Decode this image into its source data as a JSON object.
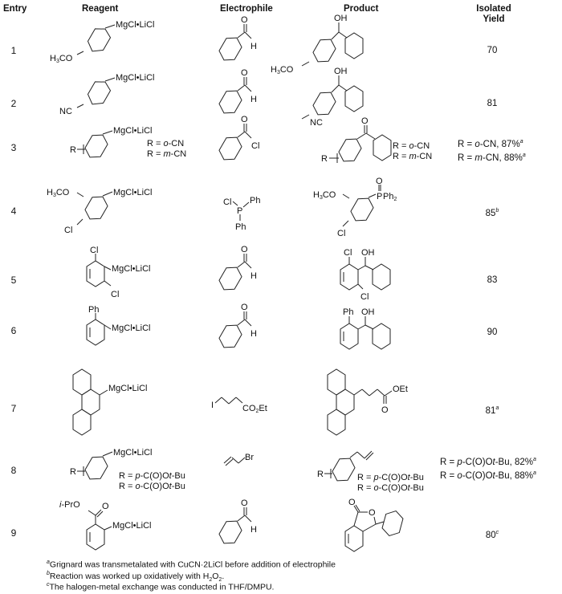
{
  "headers": {
    "entry": "Entry",
    "reagent": "Reagent",
    "electrophile": "Electrophile",
    "product": "Product",
    "yield_line1": "Isolated",
    "yield_line2": "Yield"
  },
  "rows": [
    {
      "entry": "1",
      "reagent": "4-MeOC6H4MgCl·LiCl",
      "reagent_labels": [
        "MgCl•LiCl",
        "H3CO"
      ],
      "electrophile": "PhCHO",
      "product": "(4-methoxyphenyl)(phenyl)methanol",
      "yield": "70"
    },
    {
      "entry": "2",
      "reagent": "4-NCC6H4MgCl·LiCl",
      "reagent_labels": [
        "MgCl•LiCl",
        "NC"
      ],
      "electrophile": "PhCHO",
      "product": "(4-cyanophenyl)(phenyl)methanol",
      "yield": "81"
    },
    {
      "entry": "3",
      "reagent": "R-C6H4MgCl·LiCl",
      "reagent_r": [
        "R = o-CN",
        "R = m-CN"
      ],
      "electrophile": "PhCOCl",
      "product": "R-C6H4C(O)Ph",
      "product_r": [
        "R = o-CN",
        "R = m-CN"
      ],
      "yield": [
        "R = o-CN, 87%a",
        "R = m-CN, 88%a"
      ]
    },
    {
      "entry": "4",
      "reagent": "4-Cl-3-MeOC6H3MgCl·LiCl",
      "electrophile": "ClPPh2",
      "product": "4-Cl-3-MeOC6H3P(O)Ph2",
      "yield": "85",
      "yield_note": "b"
    },
    {
      "entry": "5",
      "reagent": "2,6-Cl2C6H3MgCl·LiCl",
      "electrophile": "PhCHO",
      "product": "(2,6-dichlorophenyl)(phenyl)methanol",
      "yield": "83"
    },
    {
      "entry": "6",
      "reagent": "2-PhC6H4MgCl·LiCl",
      "electrophile": "PhCHO",
      "product": "(biphenyl-2-yl)(phenyl)methanol",
      "yield": "90"
    },
    {
      "entry": "7",
      "reagent": "9-phenanthrylMgCl·LiCl",
      "electrophile": "I(CH2)3CO2Et",
      "product": "ethyl 4-(phenanthren-9-yl)butanoate",
      "yield": "81",
      "yield_note": "a"
    },
    {
      "entry": "8",
      "reagent": "R-C6H4MgCl·LiCl",
      "reagent_r": [
        "R = p-C(O)Ot-Bu",
        "R = o-C(O)Ot-Bu"
      ],
      "electrophile": "allyl bromide",
      "product": "R-C6H4CH2CH=CH2",
      "product_r": [
        "R = p-C(O)Ot-Bu",
        "R = o-C(O)Ot-Bu"
      ],
      "yield": [
        "R = p-C(O)Ot-Bu, 82%a",
        "R = o-C(O)Ot-Bu, 88%a"
      ]
    },
    {
      "entry": "9",
      "reagent": "2-(i-PrO2C)C6H4MgCl·LiCl",
      "electrophile": "PhCHO",
      "product": "3-phenylphthalide",
      "yield": "80",
      "yield_note": "c"
    }
  ],
  "labels": {
    "mgcl": "MgCl•LiCl",
    "h3co": "H3CO",
    "nc": "NC",
    "oh": "OH",
    "o": "O",
    "h": "H",
    "cl": "Cl",
    "r": "R",
    "ph": "Ph",
    "p": "P",
    "pph2": "PPh2",
    "i": "I",
    "co2et": "CO2Et",
    "oet": "OEt",
    "br": "Br",
    "ipro": "i-PrO"
  },
  "footnotes": [
    {
      "mark": "a",
      "text": "Grignard was transmetalated with CuCN·2LiCl before addition of electrophile"
    },
    {
      "mark": "b",
      "text": "Reaction was worked up oxidatively with H2O2."
    },
    {
      "mark": "c",
      "text": "The halogen-metal exchange was conducted in THF/DMPU."
    }
  ]
}
